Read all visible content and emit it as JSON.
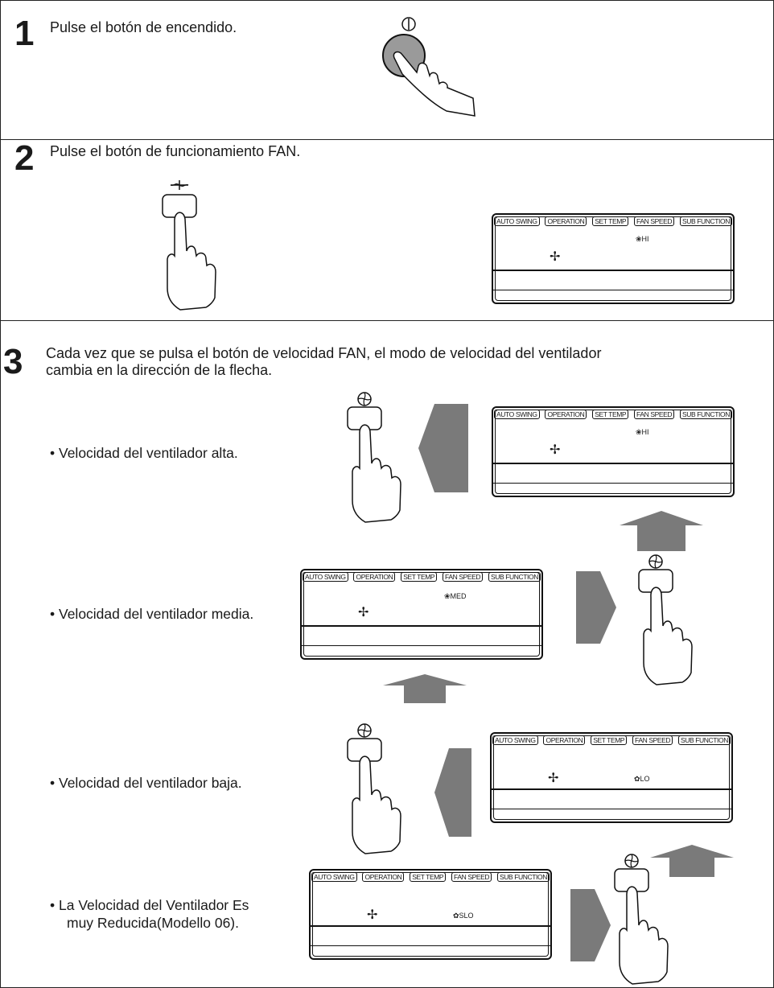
{
  "steps": [
    {
      "number": "1",
      "text": "Pulse el botón de encendido."
    },
    {
      "number": "2",
      "text": "Pulse el botón de funcionamiento FAN."
    },
    {
      "number": "3",
      "text_line1": "Cada vez que se pulsa el botón de velocidad FAN, el modo de velocidad del ventilador",
      "text_line2": "cambia en la dirección de la flecha."
    }
  ],
  "bullets": {
    "high": "• Velocidad del ventilador alta.",
    "medium": "• Velocidad del ventilador media.",
    "low": "• Velocidad del ventilador baja.",
    "slow_line1": "• La Velocidad del Ventilador Es",
    "slow_line2": "muy Reducida(Modello 06)."
  },
  "display": {
    "tabs": [
      "AUTO SWING",
      "OPERATION",
      "SET TEMP",
      "FAN SPEED",
      "SUB FUNCTION"
    ],
    "fan_icon": "fan-icon",
    "mode_icon": "fan-mode-icon",
    "speeds": {
      "step2": "HI",
      "high": "HI",
      "medium": "MED",
      "low": "LO",
      "slow": "SLO"
    }
  },
  "colors": {
    "arrow": "#7a7a7a",
    "border": "#222222"
  }
}
